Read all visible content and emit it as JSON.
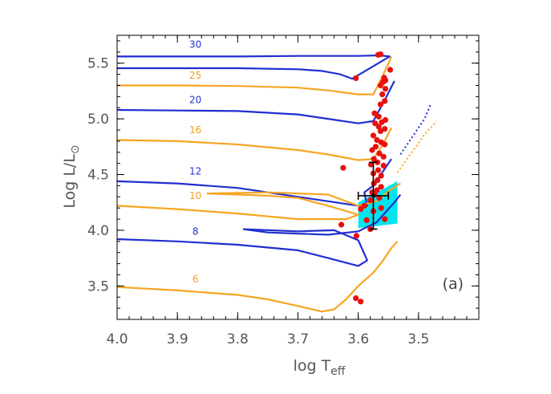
{
  "chart_data": {
    "type": "line",
    "xlabel": "log T",
    "xlabel_sub": "eff",
    "ylabel": "Log L/L",
    "ylabel_sub": "⊙",
    "panel_label": "(a)",
    "xlim": [
      4.0,
      3.4
    ],
    "ylim": [
      3.2,
      5.75
    ],
    "x_ticks": [
      4.0,
      3.9,
      3.8,
      3.7,
      3.6,
      3.5
    ],
    "x_tick_labels": [
      "4.0",
      "3.9",
      "3.8",
      "3.7",
      "3.6",
      "3.5"
    ],
    "y_ticks": [
      3.5,
      4.0,
      4.5,
      5.0,
      5.5
    ],
    "y_tick_labels": [
      "3.5",
      "4.0",
      "4.5",
      "5.0",
      "5.5"
    ],
    "colors": {
      "blue": "#1f2fd0",
      "orange": "#f5a623",
      "red": "#e8100e",
      "cyan": "#00e5ee",
      "black": "#000000",
      "mass_label_blue": "#2233cc",
      "mass_label_orange": "#f0a020"
    },
    "tracks": [
      {
        "label": "30",
        "color": "blue",
        "label_at": [
          3.87,
          5.64
        ],
        "points": [
          [
            4.0,
            5.56
          ],
          [
            3.9,
            5.56
          ],
          [
            3.8,
            5.56
          ],
          [
            3.7,
            5.565
          ],
          [
            3.6,
            5.565
          ],
          [
            3.565,
            5.57
          ],
          [
            3.548,
            5.56
          ],
          [
            3.61,
            5.36
          ],
          [
            3.63,
            5.4
          ],
          [
            3.66,
            5.43
          ],
          [
            3.7,
            5.445
          ],
          [
            3.8,
            5.455
          ],
          [
            3.9,
            5.455
          ],
          [
            4.0,
            5.455
          ]
        ]
      },
      {
        "label": "25",
        "color": "orange",
        "label_at": [
          3.87,
          5.36
        ],
        "points": [
          [
            4.0,
            5.3
          ],
          [
            3.9,
            5.3
          ],
          [
            3.8,
            5.295
          ],
          [
            3.7,
            5.28
          ],
          [
            3.65,
            5.255
          ],
          [
            3.6,
            5.22
          ],
          [
            3.575,
            5.22
          ],
          [
            3.56,
            5.38
          ],
          [
            3.548,
            5.52
          ],
          [
            3.545,
            5.56
          ]
        ]
      },
      {
        "label": "20",
        "color": "blue",
        "label_at": [
          3.87,
          5.14
        ],
        "points": [
          [
            4.0,
            5.08
          ],
          [
            3.9,
            5.075
          ],
          [
            3.8,
            5.07
          ],
          [
            3.7,
            5.04
          ],
          [
            3.65,
            5.0
          ],
          [
            3.6,
            4.96
          ],
          [
            3.575,
            4.98
          ],
          [
            3.555,
            5.18
          ],
          [
            3.54,
            5.34
          ]
        ]
      },
      {
        "label": "16",
        "color": "orange",
        "label_at": [
          3.87,
          4.87
        ],
        "points": [
          [
            4.0,
            4.81
          ],
          [
            3.9,
            4.8
          ],
          [
            3.8,
            4.77
          ],
          [
            3.7,
            4.72
          ],
          [
            3.65,
            4.68
          ],
          [
            3.6,
            4.63
          ],
          [
            3.575,
            4.64
          ],
          [
            3.56,
            4.76
          ],
          [
            3.545,
            4.92
          ]
        ]
      },
      {
        "label": "12",
        "color": "blue",
        "label_at": [
          3.87,
          4.5
        ],
        "points": [
          [
            4.0,
            4.44
          ],
          [
            3.9,
            4.42
          ],
          [
            3.8,
            4.38
          ],
          [
            3.7,
            4.3
          ],
          [
            3.65,
            4.26
          ],
          [
            3.6,
            4.22
          ],
          [
            3.585,
            4.22
          ],
          [
            3.59,
            4.34
          ],
          [
            3.575,
            4.4
          ],
          [
            3.56,
            4.52
          ],
          [
            3.545,
            4.64
          ]
        ]
      },
      {
        "label": "10",
        "color": "orange",
        "label_at": [
          3.87,
          4.28
        ],
        "points": [
          [
            4.0,
            4.22
          ],
          [
            3.9,
            4.19
          ],
          [
            3.8,
            4.15
          ],
          [
            3.7,
            4.1
          ],
          [
            3.62,
            4.1
          ],
          [
            3.6,
            4.14
          ],
          [
            3.65,
            4.22
          ],
          [
            3.7,
            4.29
          ],
          [
            3.75,
            4.31
          ],
          [
            3.8,
            4.32
          ],
          [
            3.85,
            4.33
          ],
          [
            3.75,
            4.34
          ],
          [
            3.65,
            4.32
          ],
          [
            3.6,
            4.22
          ],
          [
            3.57,
            4.26
          ],
          [
            3.55,
            4.35
          ],
          [
            3.53,
            4.42
          ]
        ]
      },
      {
        "label": "8",
        "color": "blue",
        "label_at": [
          3.87,
          3.96
        ],
        "points": [
          [
            4.0,
            3.92
          ],
          [
            3.9,
            3.9
          ],
          [
            3.8,
            3.87
          ],
          [
            3.7,
            3.82
          ],
          [
            3.65,
            3.75
          ],
          [
            3.6,
            3.68
          ],
          [
            3.585,
            3.73
          ],
          [
            3.6,
            3.91
          ],
          [
            3.64,
            4.0
          ],
          [
            3.7,
            3.99
          ],
          [
            3.79,
            4.01
          ],
          [
            3.75,
            3.98
          ],
          [
            3.65,
            3.96
          ],
          [
            3.6,
            3.99
          ],
          [
            3.57,
            4.07
          ],
          [
            3.555,
            4.16
          ],
          [
            3.54,
            4.25
          ],
          [
            3.53,
            4.32
          ]
        ]
      },
      {
        "label": "6",
        "color": "orange",
        "label_at": [
          3.87,
          3.53
        ],
        "points": [
          [
            4.0,
            3.49
          ],
          [
            3.9,
            3.46
          ],
          [
            3.8,
            3.42
          ],
          [
            3.75,
            3.38
          ],
          [
            3.7,
            3.32
          ],
          [
            3.66,
            3.27
          ],
          [
            3.64,
            3.29
          ],
          [
            3.62,
            3.38
          ],
          [
            3.6,
            3.5
          ],
          [
            3.575,
            3.62
          ],
          [
            3.56,
            3.72
          ],
          [
            3.545,
            3.84
          ],
          [
            3.535,
            3.9
          ]
        ]
      }
    ],
    "dotted_extensions": [
      {
        "color": "blue",
        "points": [
          [
            3.53,
            4.68
          ],
          [
            3.49,
            5.0
          ],
          [
            3.48,
            5.13
          ]
        ]
      },
      {
        "color": "orange",
        "points": [
          [
            3.535,
            4.52
          ],
          [
            3.49,
            4.86
          ],
          [
            3.47,
            4.98
          ]
        ]
      }
    ],
    "shaded_region": {
      "color": "cyan",
      "points": [
        [
          3.6,
          4.25
        ],
        [
          3.535,
          4.44
        ],
        [
          3.535,
          4.06
        ],
        [
          3.6,
          4.02
        ]
      ]
    },
    "error_bar": {
      "x": 3.575,
      "y": 4.31,
      "xerr": 0.025,
      "yerr": 0.3
    },
    "stars": [
      [
        3.567,
        5.575
      ],
      [
        3.563,
        5.58
      ],
      [
        3.604,
        5.365
      ],
      [
        3.547,
        5.44
      ],
      [
        3.557,
        5.37
      ],
      [
        3.555,
        5.345
      ],
      [
        3.559,
        5.33
      ],
      [
        3.563,
        5.3
      ],
      [
        3.555,
        5.27
      ],
      [
        3.56,
        5.22
      ],
      [
        3.556,
        5.16
      ],
      [
        3.563,
        5.13
      ],
      [
        3.573,
        5.05
      ],
      [
        3.566,
        5.02
      ],
      [
        3.555,
        4.99
      ],
      [
        3.561,
        4.97
      ],
      [
        3.572,
        4.96
      ],
      [
        3.566,
        4.93
      ],
      [
        3.556,
        4.91
      ],
      [
        3.563,
        4.89
      ],
      [
        3.575,
        4.85
      ],
      [
        3.569,
        4.81
      ],
      [
        3.562,
        4.79
      ],
      [
        3.556,
        4.77
      ],
      [
        3.571,
        4.75
      ],
      [
        3.577,
        4.72
      ],
      [
        3.565,
        4.69
      ],
      [
        3.558,
        4.66
      ],
      [
        3.574,
        4.64
      ],
      [
        3.568,
        4.61
      ],
      [
        3.579,
        4.59
      ],
      [
        3.558,
        4.58
      ],
      [
        3.567,
        4.54
      ],
      [
        3.575,
        4.51
      ],
      [
        3.562,
        4.49
      ],
      [
        3.568,
        4.45
      ],
      [
        3.574,
        4.42
      ],
      [
        3.562,
        4.39
      ],
      [
        3.569,
        4.36
      ],
      [
        3.577,
        4.34
      ],
      [
        3.573,
        4.32
      ],
      [
        3.565,
        4.29
      ],
      [
        3.58,
        4.27
      ],
      [
        3.59,
        4.22
      ],
      [
        3.562,
        4.2
      ],
      [
        3.596,
        4.19
      ],
      [
        3.575,
        4.17
      ],
      [
        3.556,
        4.1
      ],
      [
        3.586,
        4.09
      ],
      [
        3.58,
        4.01
      ],
      [
        3.603,
        3.95
      ],
      [
        3.625,
        4.56
      ],
      [
        3.628,
        4.05
      ],
      [
        3.604,
        3.39
      ],
      [
        3.596,
        3.36
      ]
    ]
  }
}
